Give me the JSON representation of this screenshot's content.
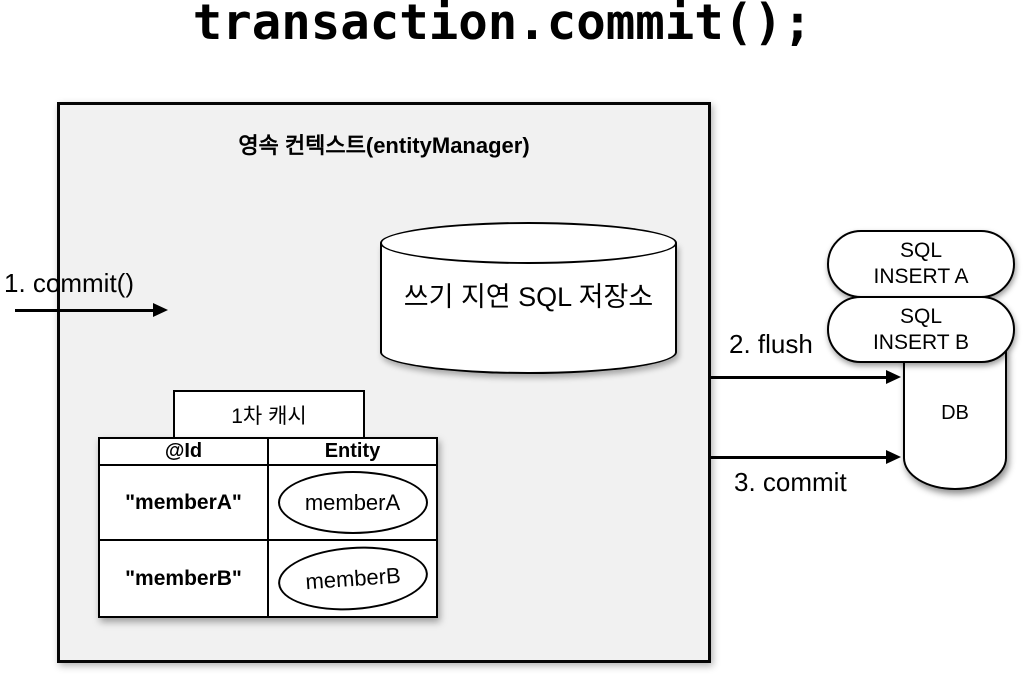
{
  "title": "transaction.commit();",
  "persistence_context": {
    "title": "영속 컨텍스트(entityManager)",
    "write_behind_store_label": "쓰기 지연 SQL 저장소",
    "first_level_cache": {
      "label": "1차 캐시",
      "columns": [
        "@Id",
        "Entity"
      ],
      "rows": [
        {
          "id": "\"memberA\"",
          "entity": "memberA"
        },
        {
          "id": "\"memberB\"",
          "entity": "memberB"
        }
      ]
    }
  },
  "arrows": {
    "commit_call": "1. commit()",
    "flush": "2. flush",
    "commit": "3. commit"
  },
  "database": {
    "label": "DB",
    "sql_inserts": [
      {
        "line1": "SQL",
        "line2": "INSERT A"
      },
      {
        "line1": "SQL",
        "line2": "INSERT B"
      }
    ]
  },
  "colors": {
    "background": "#ffffff",
    "context_fill": "#f1f1f1",
    "shape_fill": "#ffffff",
    "line": "#000000"
  }
}
